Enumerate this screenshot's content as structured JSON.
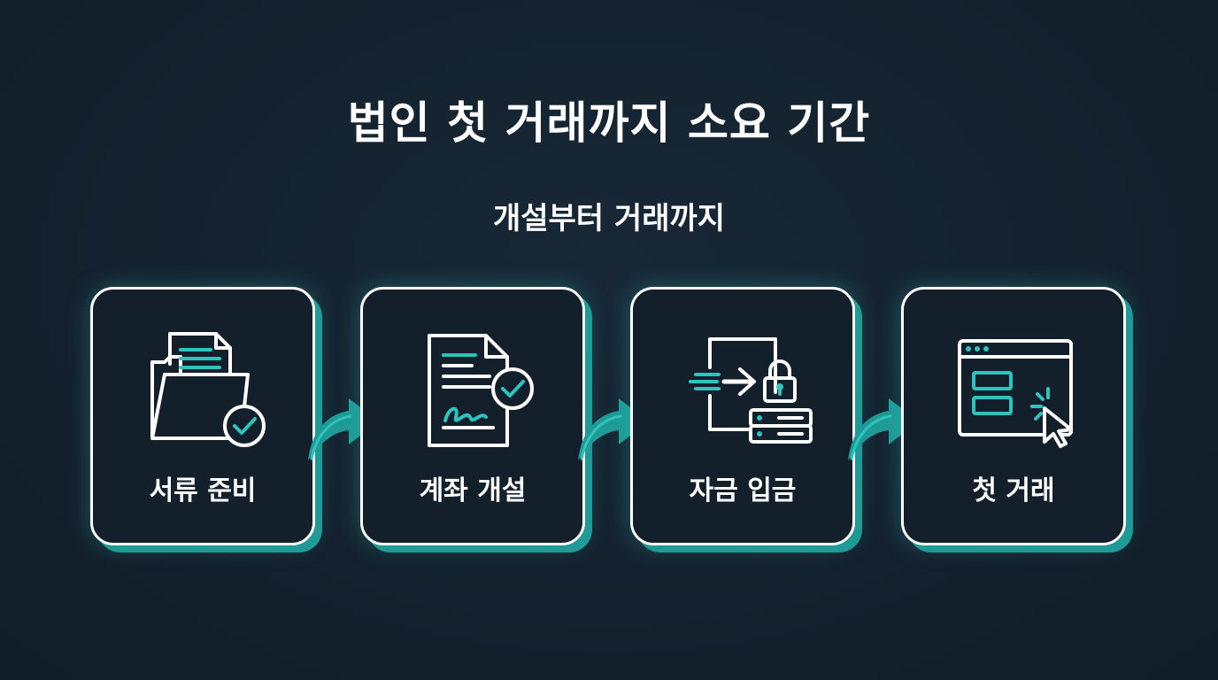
{
  "title": "법인 첫 거래까지 소요 기간",
  "subtitle": "개설부터 거래까지",
  "steps": [
    {
      "label": "서류 준비",
      "icon": "folder-documents-check-icon"
    },
    {
      "label": "계좌 개설",
      "icon": "signed-contract-check-icon"
    },
    {
      "label": "자금 입금",
      "icon": "deposit-lock-server-icon"
    },
    {
      "label": "첫 거래",
      "icon": "browser-click-icon"
    }
  ],
  "colors": {
    "background": "#15222f",
    "accent": "#2ec4be",
    "accent_dark": "#1f9a96",
    "line": "#ffffff"
  }
}
